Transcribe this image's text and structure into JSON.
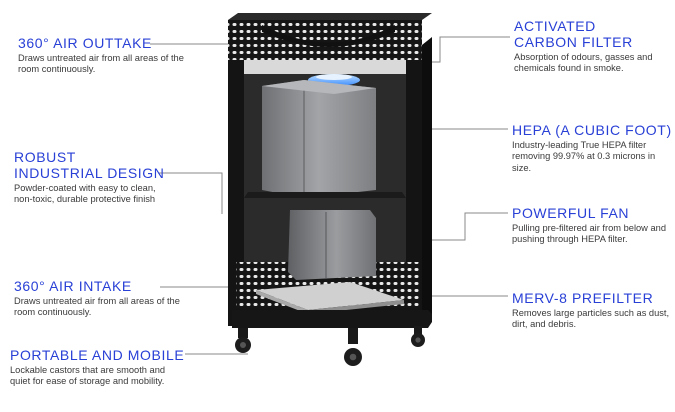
{
  "colors": {
    "title_accent": "#2940d6",
    "description_text": "#3a3a3a",
    "leader_line": "#8a8a8a",
    "cabinet": "#151515",
    "filter_gray": "#8c8e91",
    "fan_glow": "#3c8cff"
  },
  "features": [
    {
      "id": "air-outtake",
      "title": "360° AIR OUTTAKE",
      "description": "Draws untreated air from all areas of the room continuously."
    },
    {
      "id": "industrial-design",
      "title": "ROBUST\nINDUSTRIAL DESIGN",
      "description": "Powder-coated with easy to clean, non-toxic, durable protective finish"
    },
    {
      "id": "air-intake",
      "title": "360° AIR INTAKE",
      "description": "Draws untreated air from all areas of the room continuously."
    },
    {
      "id": "portable-mobile",
      "title": "PORTABLE AND MOBILE",
      "description": "Lockable castors that are smooth and quiet for ease of storage and mobility."
    },
    {
      "id": "carbon-filter",
      "title": "ACTIVATED\nCARBON FILTER",
      "description": "Absorption of odours, gasses and chemicals found in smoke."
    },
    {
      "id": "hepa",
      "title": "HEPA (A CUBIC FOOT)",
      "description": "Industry-leading True HEPA filter removing 99.97% at 0.3 microns in size."
    },
    {
      "id": "powerful-fan",
      "title": "POWERFUL FAN",
      "description": "Pulling pre-filtered air from below and pushing through HEPA filter."
    },
    {
      "id": "merv8",
      "title": "MERV-8 PREFILTER",
      "description": "Removes large particles such as dust, dirt, and debris."
    }
  ]
}
